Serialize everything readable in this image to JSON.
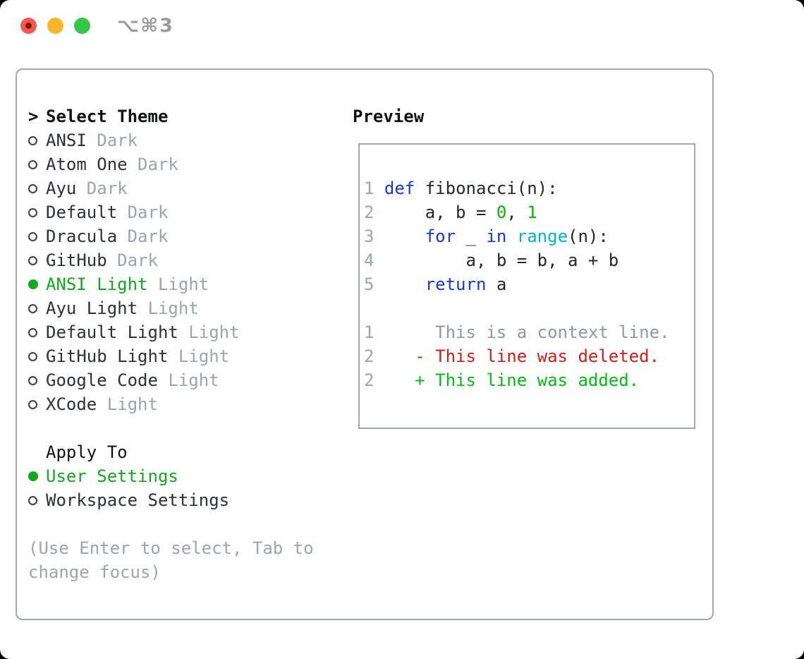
{
  "window": {
    "title": "⌥⌘3",
    "buttons": [
      "close",
      "minimize",
      "zoom"
    ]
  },
  "theme_panel": {
    "heading_prefix": ">",
    "heading": "Select Theme",
    "themes": [
      {
        "label": "ANSI",
        "tag": "Dark",
        "selected": false
      },
      {
        "label": "Atom One",
        "tag": "Dark",
        "selected": false
      },
      {
        "label": "Ayu",
        "tag": "Dark",
        "selected": false
      },
      {
        "label": "Default",
        "tag": "Dark",
        "selected": false
      },
      {
        "label": "Dracula",
        "tag": "Dark",
        "selected": false
      },
      {
        "label": "GitHub",
        "tag": "Dark",
        "selected": false
      },
      {
        "label": "ANSI Light",
        "tag": "Light",
        "selected": true
      },
      {
        "label": "Ayu Light",
        "tag": "Light",
        "selected": false
      },
      {
        "label": "Default Light",
        "tag": "Light",
        "selected": false
      },
      {
        "label": "GitHub Light",
        "tag": "Light",
        "selected": false
      },
      {
        "label": "Google Code",
        "tag": "Light",
        "selected": false
      },
      {
        "label": "XCode",
        "tag": "Light",
        "selected": false
      }
    ],
    "apply_to": {
      "heading": "Apply To",
      "options": [
        {
          "label": "User Settings",
          "selected": true
        },
        {
          "label": "Workspace Settings",
          "selected": false
        }
      ]
    },
    "hint_lines": [
      "(Use Enter to select, Tab to",
      "change focus)"
    ]
  },
  "preview": {
    "heading": "Preview",
    "lines": [
      {
        "num": "1",
        "tokens": [
          [
            " ",
            "plain"
          ],
          [
            "def",
            "keyword"
          ],
          [
            " fibonacci(n):",
            "plain"
          ]
        ]
      },
      {
        "num": "2",
        "tokens": [
          [
            "     a, b = ",
            "plain"
          ],
          [
            "0",
            "number"
          ],
          [
            ", ",
            "plain"
          ],
          [
            "1",
            "number"
          ]
        ]
      },
      {
        "num": "3",
        "tokens": [
          [
            "     ",
            "plain"
          ],
          [
            "for",
            "keyword"
          ],
          [
            " _ ",
            "plain"
          ],
          [
            "in",
            "keyword"
          ],
          [
            " ",
            "plain"
          ],
          [
            "range",
            "function"
          ],
          [
            "(n):",
            "plain"
          ]
        ]
      },
      {
        "num": "4",
        "tokens": [
          [
            "         a, b = b, a + b",
            "plain"
          ]
        ]
      },
      {
        "num": "5",
        "tokens": [
          [
            "     ",
            "plain"
          ],
          [
            "return",
            "keyword"
          ],
          [
            " a",
            "plain"
          ]
        ]
      },
      {
        "num": "",
        "tokens": []
      },
      {
        "num": "1",
        "tokens": [
          [
            "      This is a context line.",
            "context"
          ]
        ]
      },
      {
        "num": "2",
        "tokens": [
          [
            "    - This line was deleted.",
            "deleted"
          ]
        ]
      },
      {
        "num": "2",
        "tokens": [
          [
            "    + This line was added.",
            "added"
          ]
        ]
      }
    ]
  },
  "colors": {
    "border": "#9ea8b2",
    "text": "#2b3137",
    "heading": "#0e1216",
    "muted": "#9ba4af",
    "green_ui": "#12a81f",
    "title_gray": "#9b9b9b",
    "traffic_red": "#f4594e",
    "traffic_red_dot": "#8c130d",
    "traffic_yellow": "#f8b62d",
    "traffic_green": "#34c748",
    "code": {
      "plain": "#22272c",
      "keyword": "#1539d6",
      "function": "#00b6cc",
      "number": "#0cb00c",
      "context": "#8f98a2",
      "deleted": "#cb2017",
      "added": "#00bd13",
      "line_number": "#9ba4af"
    }
  }
}
